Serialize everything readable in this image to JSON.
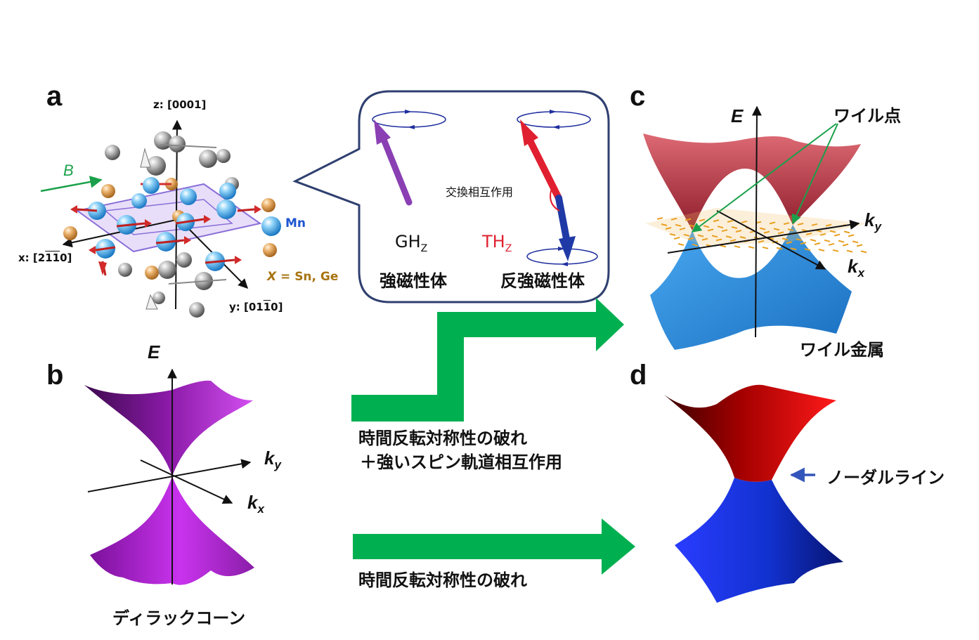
{
  "panels": {
    "a": {
      "letter": "a",
      "axis_z": "z: [0001]",
      "axis_x": "x: [2",
      "axis_x_bar": "11",
      "axis_x_end": "0]",
      "axis_y": "y: [01",
      "axis_y_bar": "1",
      "axis_y_end": "0]",
      "field": "B",
      "mn": "Mn",
      "x_var": "X",
      "x_elements": " = Sn, Ge"
    },
    "bubble": {
      "exchange": "交換相互作用",
      "gh": "GH",
      "gh_sub": "Z",
      "th": "TH",
      "th_sub": "Z",
      "ferro": "強磁性体",
      "antiferro": "反強磁性体"
    },
    "b": {
      "letter": "b",
      "E": "E",
      "ky": "k",
      "ky_sub": "y",
      "kx": "k",
      "kx_sub": "x",
      "caption": "ディラックコーン"
    },
    "c": {
      "letter": "c",
      "E": "E",
      "ky": "k",
      "ky_sub": "y",
      "kx": "k",
      "kx_sub": "x",
      "weyl_points": "ワイル点",
      "caption": "ワイル金属"
    },
    "d": {
      "letter": "d",
      "nodal": "ノーダルライン"
    }
  },
  "arrows": {
    "upper_line1": "時間反転対称性の破れ",
    "upper_line2": "＋強いスピン軌道相互作用",
    "lower": "時間反転対称性の破れ"
  },
  "colors": {
    "mn_atom": "#4fb4ec",
    "x_atom": "#e3a05a",
    "other_atom": "#9e9e9e",
    "dirac": "#a020c0",
    "weyl_upper": "#c0303e",
    "weyl_lower": "#2a8ee6",
    "nodal_upper": "#d00000",
    "nodal_lower": "#1030d0",
    "arrow_green": "#00b050",
    "bubble_border": "#2f3f6f"
  }
}
